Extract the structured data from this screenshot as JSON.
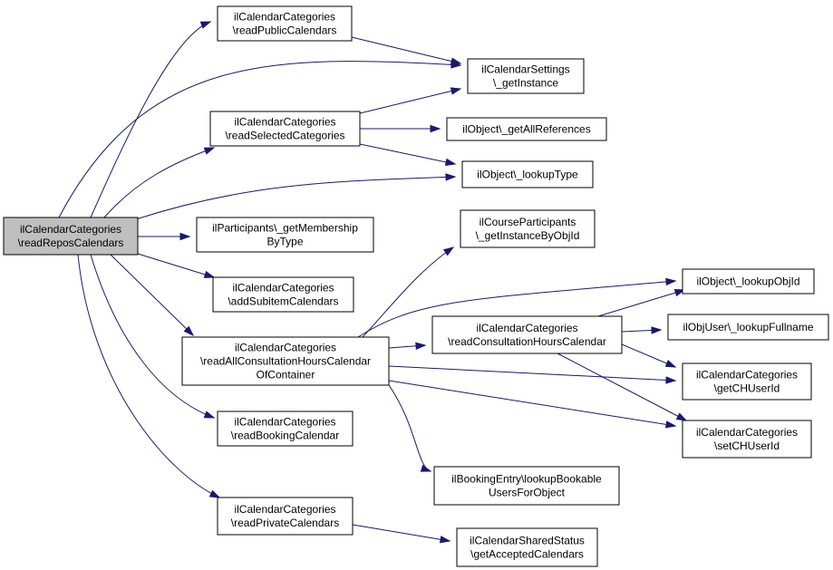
{
  "colors": {
    "edge": "#191970",
    "node_fill": "#ffffff",
    "root_fill": "#bfbfbf",
    "border": "#000000"
  },
  "nodes": {
    "root": [
      "ilCalendarCategories",
      "\\readReposCalendars"
    ],
    "readPublic": [
      "ilCalendarCategories",
      "\\readPublicCalendars"
    ],
    "settings": [
      "ilCalendarSettings",
      "\\_getInstance"
    ],
    "readSelected": [
      "ilCalendarCategories",
      "\\readSelectedCategories"
    ],
    "getAllRefs": [
      "ilObject\\_getAllReferences"
    ],
    "lookupType": [
      "ilObject\\_lookupType"
    ],
    "participants": [
      "ilParticipants\\_getMembership",
      "ByType"
    ],
    "addSubitem": [
      "ilCalendarCategories",
      "\\addSubitemCalendars"
    ],
    "readAllCH": [
      "ilCalendarCategories",
      "\\readAllConsultationHoursCalendar",
      "OfContainer"
    ],
    "courseParts": [
      "ilCourseParticipants",
      "\\_getInstanceByObjId"
    ],
    "lookupObjId": [
      "ilObject\\_lookupObjId"
    ],
    "readCH": [
      "ilCalendarCategories",
      "\\readConsultationHoursCalendar"
    ],
    "fullname": [
      "ilObjUser\\_lookupFullname"
    ],
    "getCH": [
      "ilCalendarCategories",
      "\\getCHUserId"
    ],
    "setCH": [
      "ilCalendarCategories",
      "\\setCHUserId"
    ],
    "readBooking": [
      "ilCalendarCategories",
      "\\readBookingCalendar"
    ],
    "booking": [
      "ilBookingEntry\\lookupBookable",
      "UsersForObject"
    ],
    "readPrivate": [
      "ilCalendarCategories",
      "\\readPrivateCalendars"
    ],
    "shared": [
      "ilCalendarSharedStatus",
      "\\getAcceptedCalendars"
    ]
  }
}
